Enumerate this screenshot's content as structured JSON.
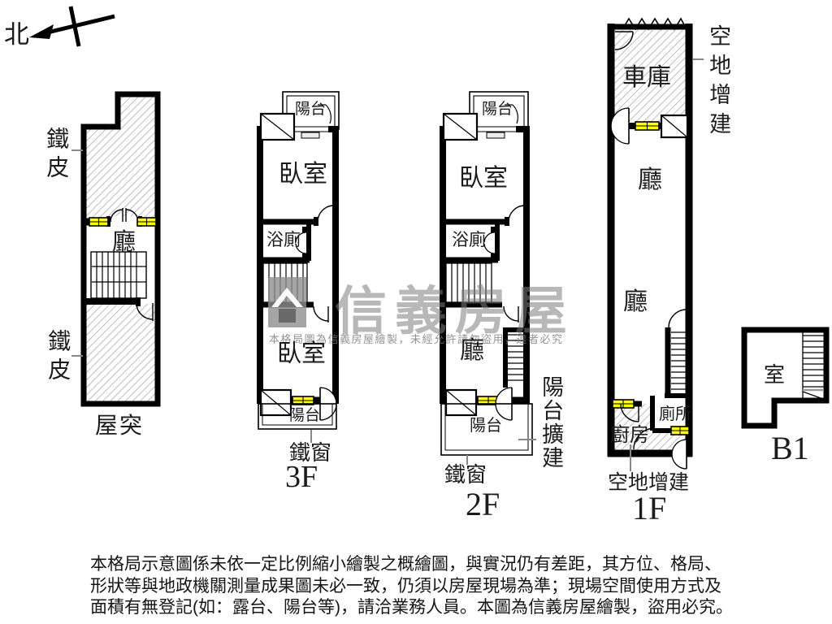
{
  "compass": {
    "north_label": "北"
  },
  "plans": {
    "roof": {
      "floor_label": "屋突",
      "rooms": {
        "hall": "廳"
      },
      "annotations": {
        "metal_top": "鐵皮",
        "metal_bottom": "鐵皮"
      }
    },
    "f3": {
      "floor_label": "3F",
      "rooms": {
        "balcony_top": "陽台",
        "bedroom_top": "臥室",
        "bathroom": "浴廁",
        "bedroom_bottom": "臥室",
        "balcony_bottom": "陽台"
      },
      "annotations": {
        "iron_window": "鐵窗"
      }
    },
    "f2": {
      "floor_label": "2F",
      "rooms": {
        "balcony_top": "陽台",
        "bedroom": "臥室",
        "bathroom": "浴廁",
        "hall": "廳",
        "balcony_bottom": "陽台"
      },
      "annotations": {
        "iron_window": "鐵窗",
        "balcony_extension": "陽台擴建"
      }
    },
    "f1": {
      "floor_label": "1F",
      "rooms": {
        "garage": "車庫",
        "hall_front": "廳",
        "hall_back": "廳",
        "toilet": "廁所",
        "kitchen": "廚房"
      },
      "annotations": {
        "land_extension_side": "空地增建",
        "land_extension_bottom": "空地增建"
      }
    },
    "b1": {
      "floor_label": "B1",
      "rooms": {
        "room": "室"
      }
    }
  },
  "watermark": {
    "brand": "信義房屋",
    "notice": "本格局圖為信義房屋繪製，未經允許請勿盜用，違者必究"
  },
  "disclaimer": {
    "lines": [
      "本格局示意圖係未依一定比例縮小繪製之概繪圖，與實況仍有差距，其方位、格局、",
      "形狀等與地政機關測量成果圖未必一致，仍須以房屋現場為準；現場空間使用方式及",
      "面積有無登記(如：露台、陽台等)，請洽業務人員。本圖為信義房屋繪製，盜用必究。"
    ]
  },
  "colors": {
    "wall": "#000000",
    "window_fill": "#ffff00",
    "hatch_line": "#bdbdbd",
    "watermark_gray": "#8f8f8f"
  }
}
